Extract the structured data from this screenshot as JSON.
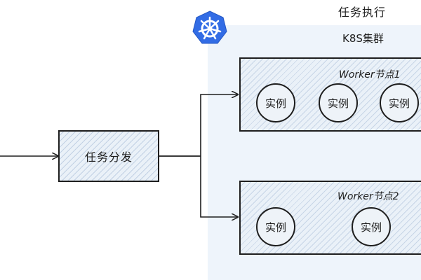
{
  "diagram": {
    "title": "任务执行",
    "cluster": {
      "title": "K8S集群",
      "logo": "kubernetes-wheel-icon",
      "workers": [
        {
          "label": "Worker节点1",
          "instances": [
            "实例",
            "实例",
            "实例"
          ]
        },
        {
          "label": "Worker节点2",
          "instances": [
            "实例",
            "实例"
          ]
        }
      ]
    },
    "dispatch": {
      "label": "任务分发"
    },
    "colors": {
      "cluster_bg": "#eef4fb",
      "box_fill": "#eaf1f8",
      "stroke": "#1e1e1e",
      "logo_blue": "#326ce5"
    }
  }
}
